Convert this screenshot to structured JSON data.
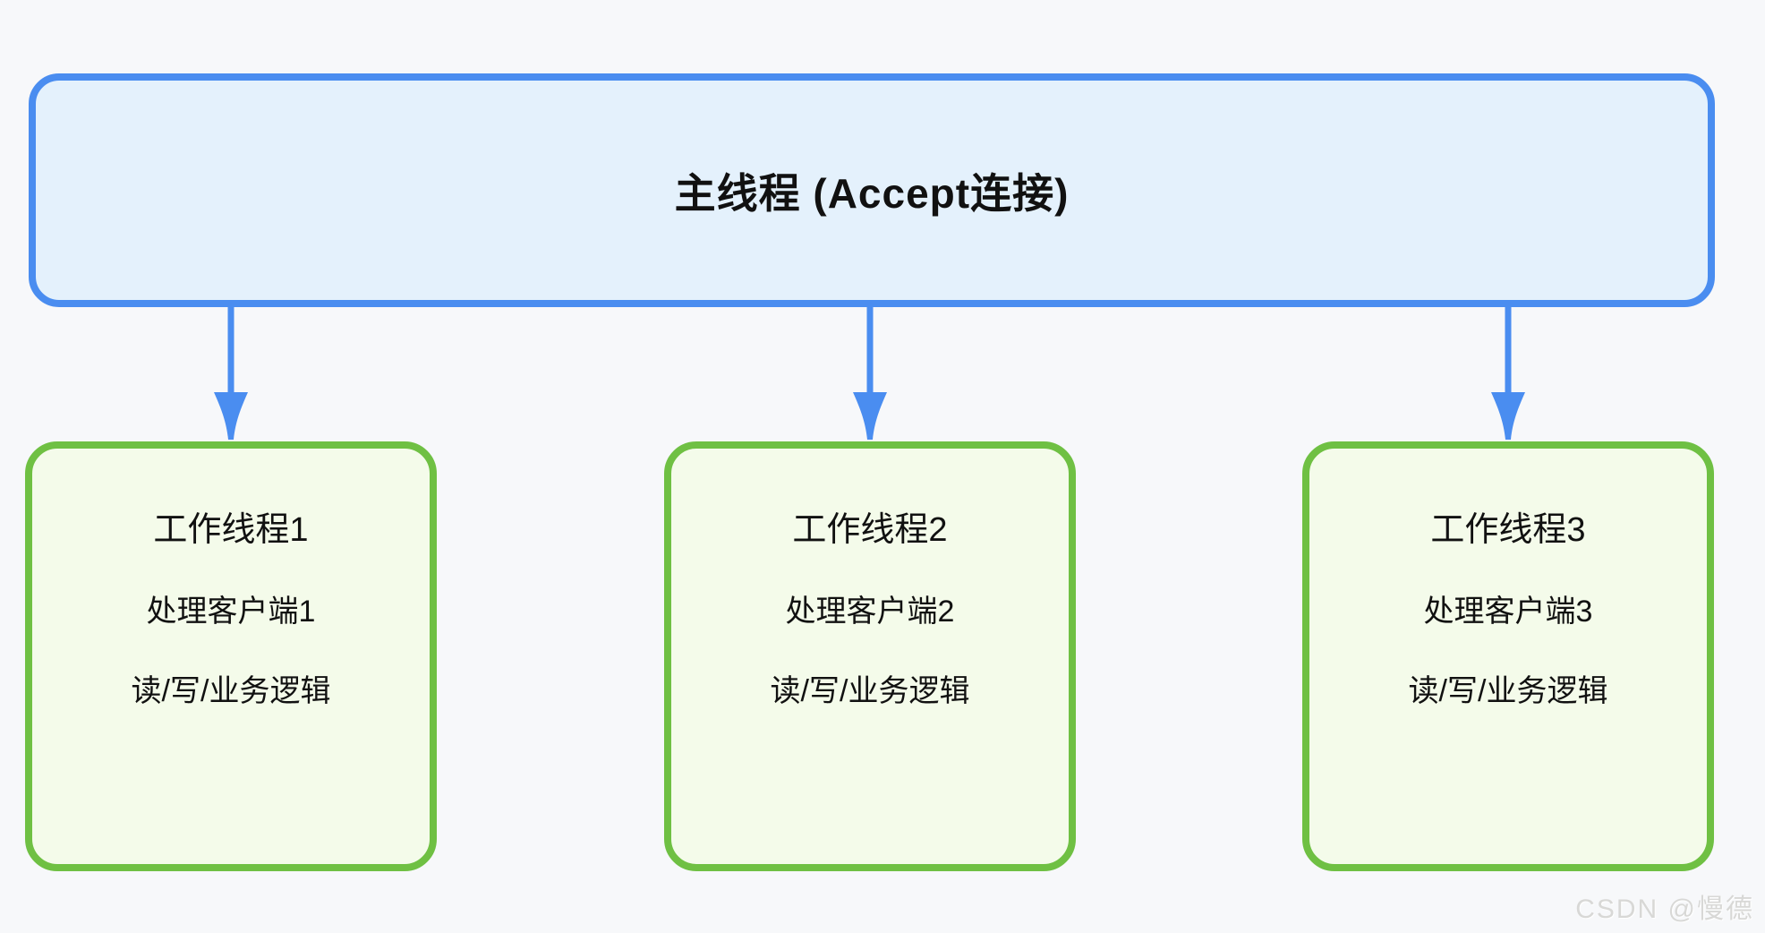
{
  "page": {
    "background_color": "#f7f8fa",
    "watermark": "CSDN @慢德"
  },
  "diagram": {
    "type": "flowchart",
    "direction": "top-down",
    "main_node": {
      "label": "主线程 (Accept连接)",
      "fill_color": "#e4f1fc",
      "border_color": "#4a8df0",
      "text_color": "#111111"
    },
    "connector_color": "#4a8df0",
    "workers": [
      {
        "title": "工作线程1",
        "line2": "处理客户端1",
        "line3": "读/写/业务逻辑",
        "fill_color": "#f4fbea",
        "border_color": "#6fc043"
      },
      {
        "title": "工作线程2",
        "line2": "处理客户端2",
        "line3": "读/写/业务逻辑",
        "fill_color": "#f4fbea",
        "border_color": "#6fc043"
      },
      {
        "title": "工作线程3",
        "line2": "处理客户端3",
        "line3": "读/写/业务逻辑",
        "fill_color": "#f4fbea",
        "border_color": "#6fc043"
      }
    ]
  }
}
